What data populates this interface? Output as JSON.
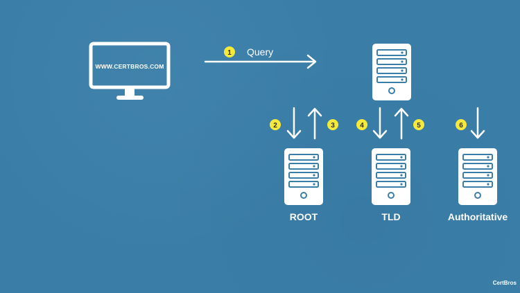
{
  "client": {
    "monitor_text": "WWW.CERTBROS.COM"
  },
  "steps": [
    {
      "number": "1",
      "label": "Query"
    },
    {
      "number": "2"
    },
    {
      "number": "3"
    },
    {
      "number": "4"
    },
    {
      "number": "5"
    },
    {
      "number": "6"
    }
  ],
  "servers": {
    "resolver_label": "",
    "root_label": "ROOT",
    "tld_label": "TLD",
    "authoritative_label": "Authoritative"
  },
  "watermark": "CertBros",
  "colors": {
    "background": "#3a7ea8",
    "foreground": "#ffffff",
    "badge": "#f5ea3c",
    "badge_text": "#2c2c2c"
  },
  "icons": {
    "client": "monitor-icon",
    "server": "server-icon",
    "arrow": "arrow-icon"
  }
}
